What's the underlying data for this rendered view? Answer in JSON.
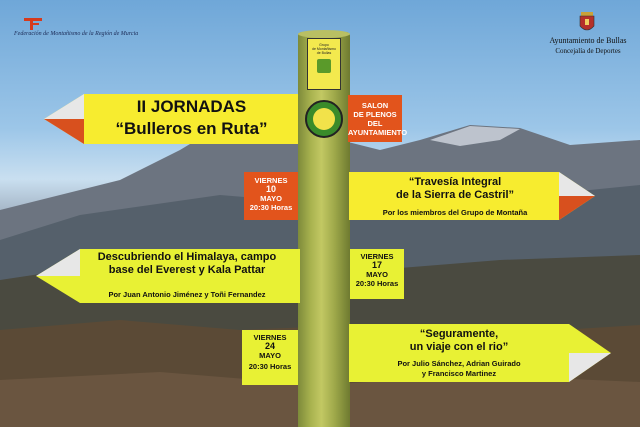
{
  "header": {
    "federation": "Federación de Montañismo de la Región de Murcia",
    "council_title": "Ayuntamiento de Bullas",
    "council_sub": "Concejalía de Deportes"
  },
  "post": {
    "badge_lines": [
      "Grupo",
      "de Montañismo",
      "de Bullas"
    ]
  },
  "main_sign": {
    "line1": "II JORNADAS",
    "line2": "“Bulleros en Ruta”"
  },
  "venue_sign": {
    "lines": [
      "SALON",
      "DE PLENOS",
      "DEL",
      "AYUNTAMIENTO"
    ]
  },
  "talks": [
    {
      "day": "VIERNES",
      "date": "10",
      "month": "MAYO",
      "time": "20:30 Horas",
      "title1": "“Travesía Integral",
      "title2": "de la Sierra de Castril”",
      "by": "Por los miembros del Grupo de Montaña"
    },
    {
      "day": "VIERNES",
      "date": "17",
      "month": "MAYO",
      "time": "20:30 Horas",
      "title1": "Descubriendo el Himalaya, campo",
      "title2": "base del Everest y Kala Pattar",
      "by": "Por Juan Antonio Jiménez y Toñi Fernandez"
    },
    {
      "day": "VIERNES",
      "date": "24",
      "month": "MAYO",
      "time": "20:30 Horas",
      "title1": "“Seguramente,",
      "title2": "un viaje con el rio”",
      "by1": "Por Julio Sánchez, Adrian Guirado",
      "by2": "y Francisco Martinez"
    }
  ],
  "colors": {
    "yellow": "#f7ec2f",
    "orange": "#e2541c",
    "green": "#e8f134",
    "wood": "#a9b34f"
  }
}
